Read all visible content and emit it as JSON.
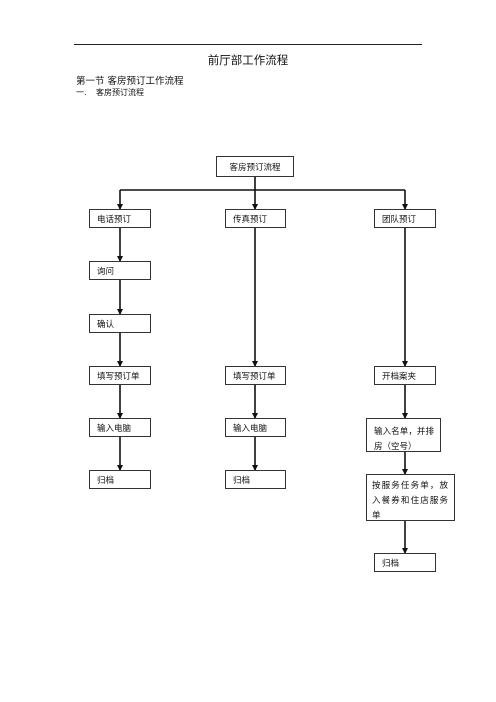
{
  "document": {
    "title": "前厅部工作流程",
    "section_heading": "第一节  客房预订工作流程",
    "subsection_number": "一.",
    "subsection_title": "客房预订流程"
  },
  "flowchart": {
    "root": "客房预订流程",
    "branches": [
      {
        "name": "电话预订",
        "steps": [
          "询问",
          "确认",
          "填写预订单",
          "输入电脑",
          "归档"
        ]
      },
      {
        "name": "传真预订",
        "steps": [
          "填写预订单",
          "输入电脑",
          "归档"
        ]
      },
      {
        "name": "团队预订",
        "steps": [
          "开档案夹",
          "输入名单，并排房（空号）",
          "按服务任务单，放入餐券和住店服务单",
          "归档"
        ]
      }
    ]
  }
}
